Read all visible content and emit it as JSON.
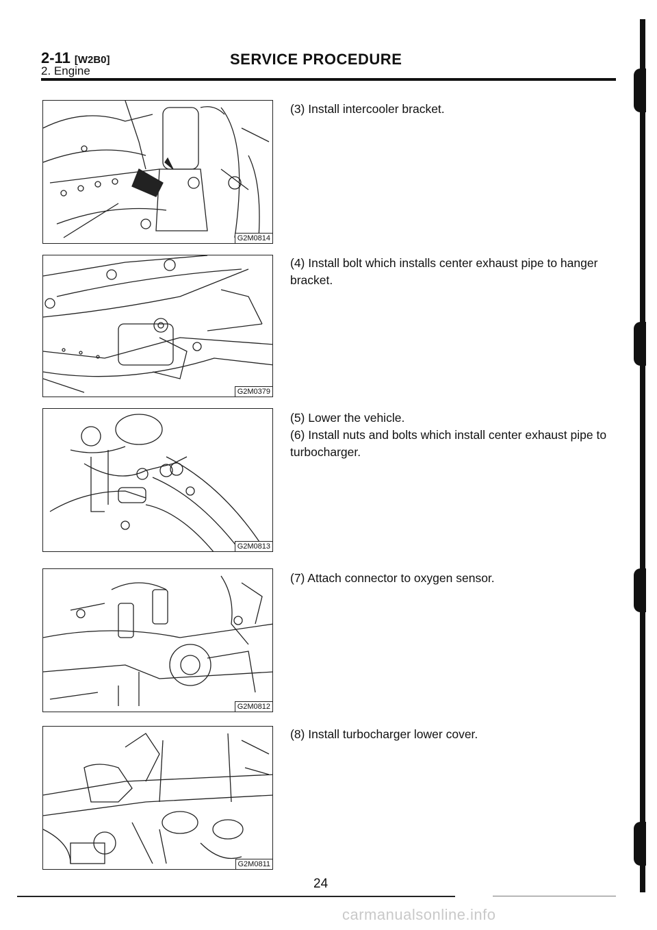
{
  "header": {
    "section_code": "2-11",
    "section_tag": "[W2B0]",
    "subsection": "2. Engine",
    "title": "SERVICE PROCEDURE"
  },
  "figures": [
    {
      "code": "G2M0814"
    },
    {
      "code": "G2M0379"
    },
    {
      "code": "G2M0813"
    },
    {
      "code": "G2M0812"
    },
    {
      "code": "G2M0811"
    }
  ],
  "steps": [
    {
      "text": "(3) Install intercooler bracket."
    },
    {
      "text": "(4) Install bolt which installs center exhaust pipe to hanger bracket."
    },
    {
      "text": "(5) Lower the vehicle."
    },
    {
      "text": "(6) Install nuts and bolts which install center exhaust pipe to turbocharger."
    },
    {
      "text": "(7) Attach connector to oxygen sensor."
    },
    {
      "text": "(8) Install turbocharger lower cover."
    }
  ],
  "footer": {
    "page_number": "24",
    "watermark": "carmanualsonline.info"
  }
}
